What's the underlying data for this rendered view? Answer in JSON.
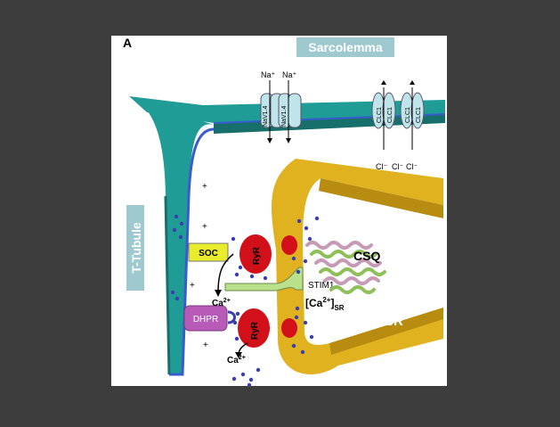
{
  "panel_label": "A",
  "labels": {
    "sarcolemma": "Sarcolemma",
    "t_tubule": "T-Tubule",
    "na_ion": "Na⁺",
    "na_channel": "NaV1.4",
    "clc1": "CLC1",
    "cl_ion": "Cl⁻",
    "soc": "SOC",
    "ryr": "RyR",
    "dhpr": "DHPR",
    "csq": "CSQ",
    "stim1": "STIM1",
    "ca_sr_main": "[Ca",
    "ca_sr_sup": "2+",
    "ca_sr_close": "]",
    "ca_sr_sub": "SR",
    "sr": "SR",
    "ca": "Ca",
    "ca_sup": "2+",
    "plus": "+"
  },
  "colors": {
    "background": "#3d3d3d",
    "panel": "#ffffff",
    "membrane_top": "#1f9c95",
    "membrane_side": "#176f6c",
    "membrane_edge": "#3a5bd0",
    "sr": "#e1b21f",
    "sr_shadow": "#b78c10",
    "ryr": "#d2101a",
    "soc": "#e9ec2c",
    "dhpr": "#b85bb8",
    "stim1": "#b9e08a",
    "ions": "#3a3fb0",
    "channel": "#bfe4ea",
    "label_box": "#9ec9cf"
  }
}
